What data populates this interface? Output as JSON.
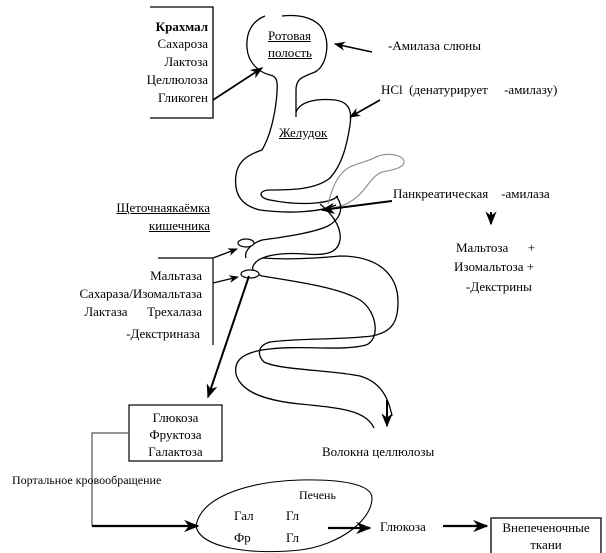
{
  "diagram": {
    "title": "Переваривание углеводов",
    "dietary_carbs_box": {
      "items": [
        "Крахмал",
        "Сахароза",
        "Лактоза",
        "Целлюлоза",
        "Гликоген"
      ],
      "bold_first": true
    },
    "mouth_label": [
      "Ротовая",
      "полость"
    ],
    "salivary_amylase": "-Амилаза слюны",
    "hcl_label": "HCl  (денатурирует     -амилазу)",
    "stomach_label": "Желудок",
    "pancreatic_amylase": "Панкреатическая    -амилаза",
    "pancreatic_products": [
      "Мальтоза      +",
      "Изомальтоза +",
      "-Декстрины"
    ],
    "brush_border_label": [
      "Щеточнаякаёмка",
      "кишечника"
    ],
    "brush_border_enzymes": [
      "Мальтаза",
      "Сахараза/Изомальтаза",
      "Лактаза      Трехалаза",
      "-Декстриназа"
    ],
    "monosaccharides_box": [
      "Глюкоза",
      "Фруктоза",
      "Галактоза"
    ],
    "cellulose_fibers": "Волокна целлюлозы",
    "portal_circulation": "Портальное кровообращение",
    "liver": {
      "label": "Печень",
      "left_col": [
        "Гал",
        "Фр"
      ],
      "right_col": [
        "Гл",
        "Гл"
      ]
    },
    "glucose_output": "Глюкоза",
    "extrahepatic_box": [
      "Внепеченочные",
      "ткани"
    ]
  }
}
